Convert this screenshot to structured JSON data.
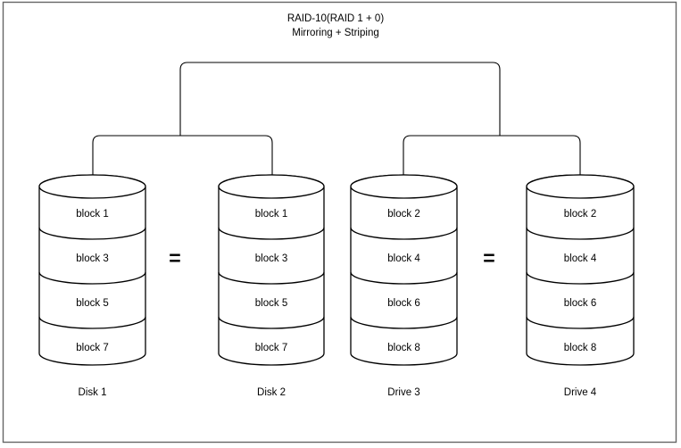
{
  "diagram": {
    "title_line1": "RAID-10(RAID 1 + 0)",
    "title_line2": "Mirroring + Striping",
    "background_color": "#ffffff",
    "stroke_color": "#000000",
    "border_color": "#666666",
    "equals_sign_left": "=",
    "equals_sign_right": "=",
    "disks": [
      {
        "label": "Disk 1",
        "blocks": [
          "block 1",
          "block 3",
          "block 5",
          "block 7"
        ]
      },
      {
        "label": "Disk 2",
        "blocks": [
          "block 1",
          "block 3",
          "block 5",
          "block 7"
        ]
      },
      {
        "label": "Drive 3",
        "blocks": [
          "block 2",
          "block 4",
          "block 6",
          "block 8"
        ]
      },
      {
        "label": "Drive 4",
        "blocks": [
          "block 2",
          "block 4",
          "block 6",
          "block 8"
        ]
      }
    ],
    "mirror_pairs": [
      {
        "left": "Disk 1",
        "right": "Disk 2",
        "relation": "="
      },
      {
        "left": "Drive 3",
        "right": "Drive 4",
        "relation": "="
      }
    ]
  }
}
